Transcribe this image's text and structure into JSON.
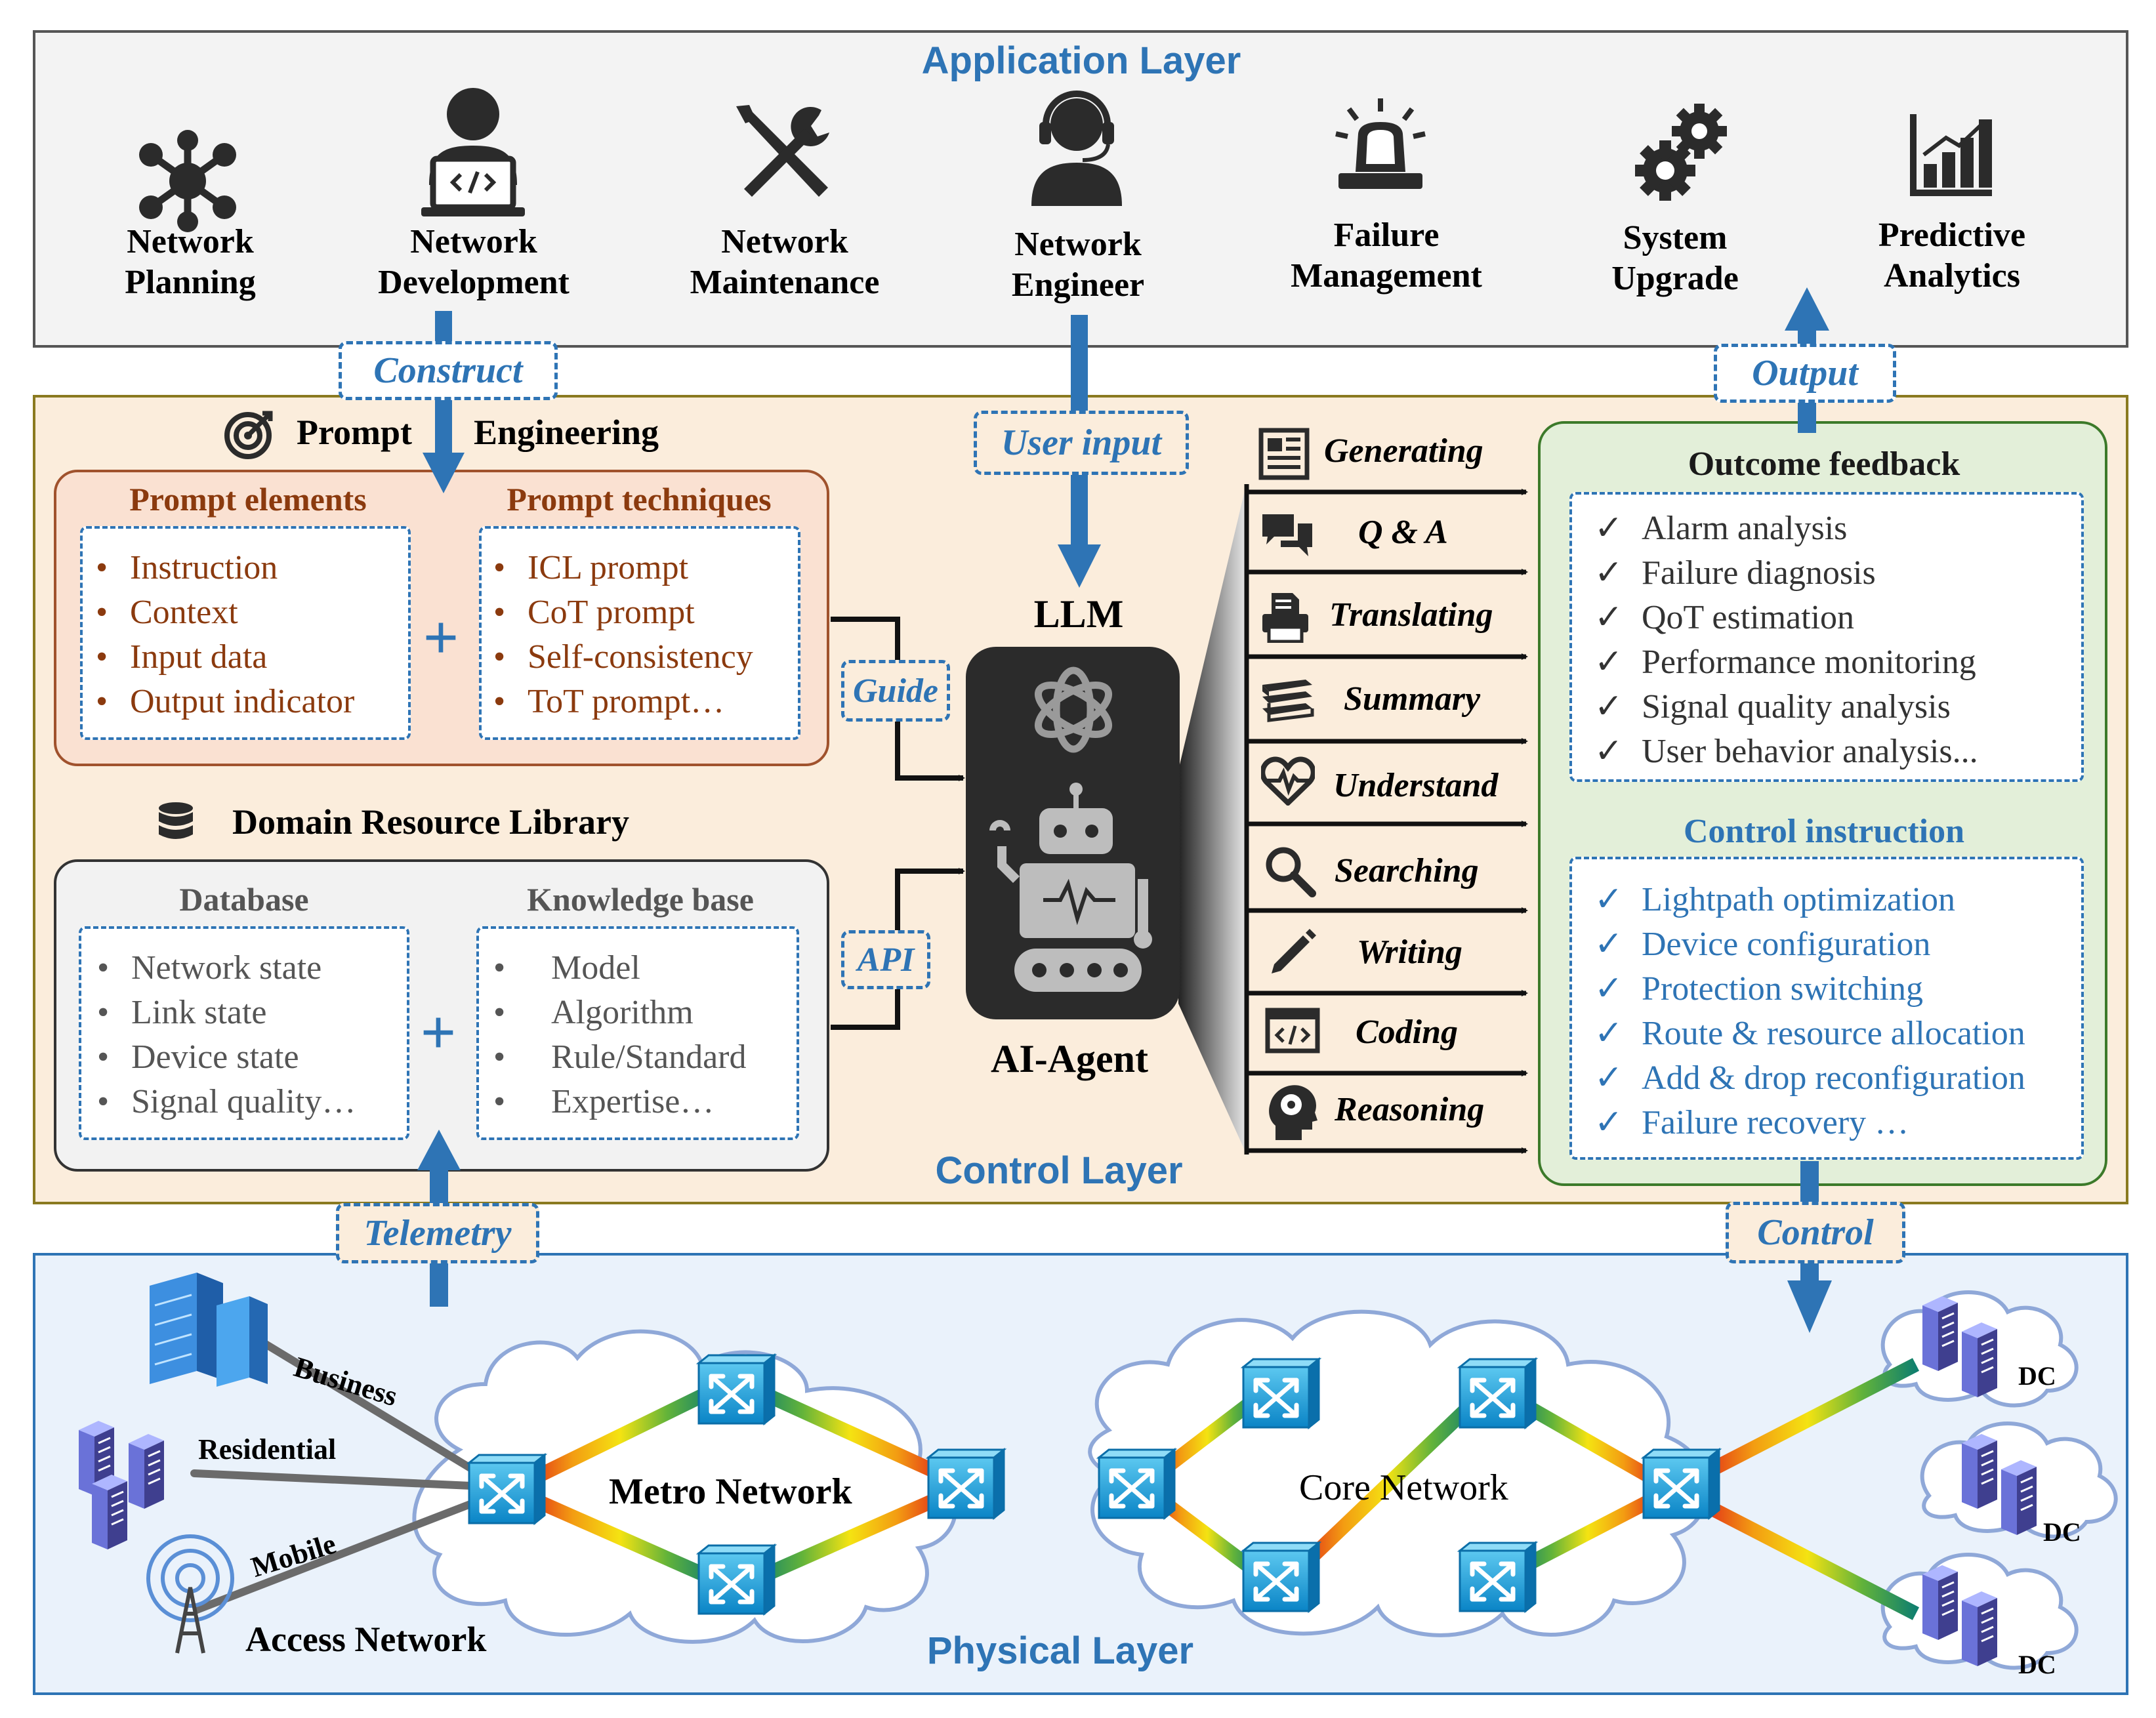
{
  "application_layer": {
    "title": "Application Layer",
    "items": [
      {
        "label": "Network\nPlanning",
        "icon": "network-hub-icon"
      },
      {
        "label": "Network\nDevelopment",
        "icon": "developer-laptop-icon"
      },
      {
        "label": "Network\nMaintenance",
        "icon": "wrench-screwdriver-icon"
      },
      {
        "label": "Network\nEngineer",
        "icon": "headset-engineer-icon"
      },
      {
        "label": "Failure\nManagement",
        "icon": "alarm-siren-icon"
      },
      {
        "label": "System\nUpgrade",
        "icon": "gears-icon"
      },
      {
        "label": "Predictive\nAnalytics",
        "icon": "bar-chart-icon"
      }
    ]
  },
  "control_layer": {
    "title": "Control Layer",
    "prompt_engineering": {
      "title_left": "Prompt",
      "title_right": "Engineering",
      "elements": {
        "title": "Prompt elements",
        "items": [
          "Instruction",
          "Context",
          "Input data",
          "Output indicator"
        ]
      },
      "techniques": {
        "title": "Prompt techniques",
        "items": [
          "ICL prompt",
          "CoT prompt",
          "Self-consistency",
          "ToT prompt…"
        ]
      }
    },
    "domain_library": {
      "title": "Domain Resource Library",
      "database": {
        "title": "Database",
        "items": [
          "Network state",
          "Link state",
          "Device state",
          "Signal quality…"
        ]
      },
      "knowledge": {
        "title": "Knowledge base",
        "items": [
          "Model",
          "Algorithm",
          "Rule/Standard",
          "Expertise…"
        ]
      }
    },
    "plus": "+",
    "bullet": "•",
    "check": "✓",
    "llm_label": "LLM",
    "agent_label": "AI-Agent",
    "capabilities": [
      {
        "label": "Generating",
        "icon": "newspaper-icon"
      },
      {
        "label": "Q & A",
        "icon": "chat-bubbles-icon"
      },
      {
        "label": "Translating",
        "icon": "printer-icon"
      },
      {
        "label": "Summary",
        "icon": "book-stack-icon"
      },
      {
        "label": "Understand",
        "icon": "heartbeat-icon"
      },
      {
        "label": "Searching",
        "icon": "magnifier-icon"
      },
      {
        "label": "Writing",
        "icon": "pencil-icon"
      },
      {
        "label": "Coding",
        "icon": "code-window-icon"
      },
      {
        "label": "Reasoning",
        "icon": "brain-head-icon"
      }
    ],
    "outcome_feedback": {
      "title": "Outcome feedback",
      "items": [
        "Alarm analysis",
        "Failure diagnosis",
        "QoT estimation",
        "Performance monitoring",
        "Signal quality analysis",
        "User behavior analysis..."
      ]
    },
    "control_instruction": {
      "title": "Control instruction",
      "items": [
        "Lightpath optimization",
        "Device configuration",
        "Protection switching",
        "Route & resource allocation",
        "Add & drop reconfiguration",
        "Failure recovery …"
      ]
    }
  },
  "flow_tags": {
    "construct": "Construct",
    "user_input": "User input",
    "output": "Output",
    "guide": "Guide",
    "api": "API",
    "telemetry": "Telemetry",
    "control": "Control"
  },
  "physical_layer": {
    "title": "Physical Layer",
    "access_network": "Access Network",
    "access_links": [
      "Business",
      "Residential",
      "Mobile"
    ],
    "metro_network": "Metro Network",
    "core_network": "Core Network",
    "dc_label": "DC"
  },
  "colors": {
    "accent_blue": "#2e74b5",
    "prompt_brown": "#8b3a0e",
    "control_bg": "#fbeddc",
    "physical_bg": "#eaf2fb",
    "feedback_bg": "#e3efd9"
  }
}
